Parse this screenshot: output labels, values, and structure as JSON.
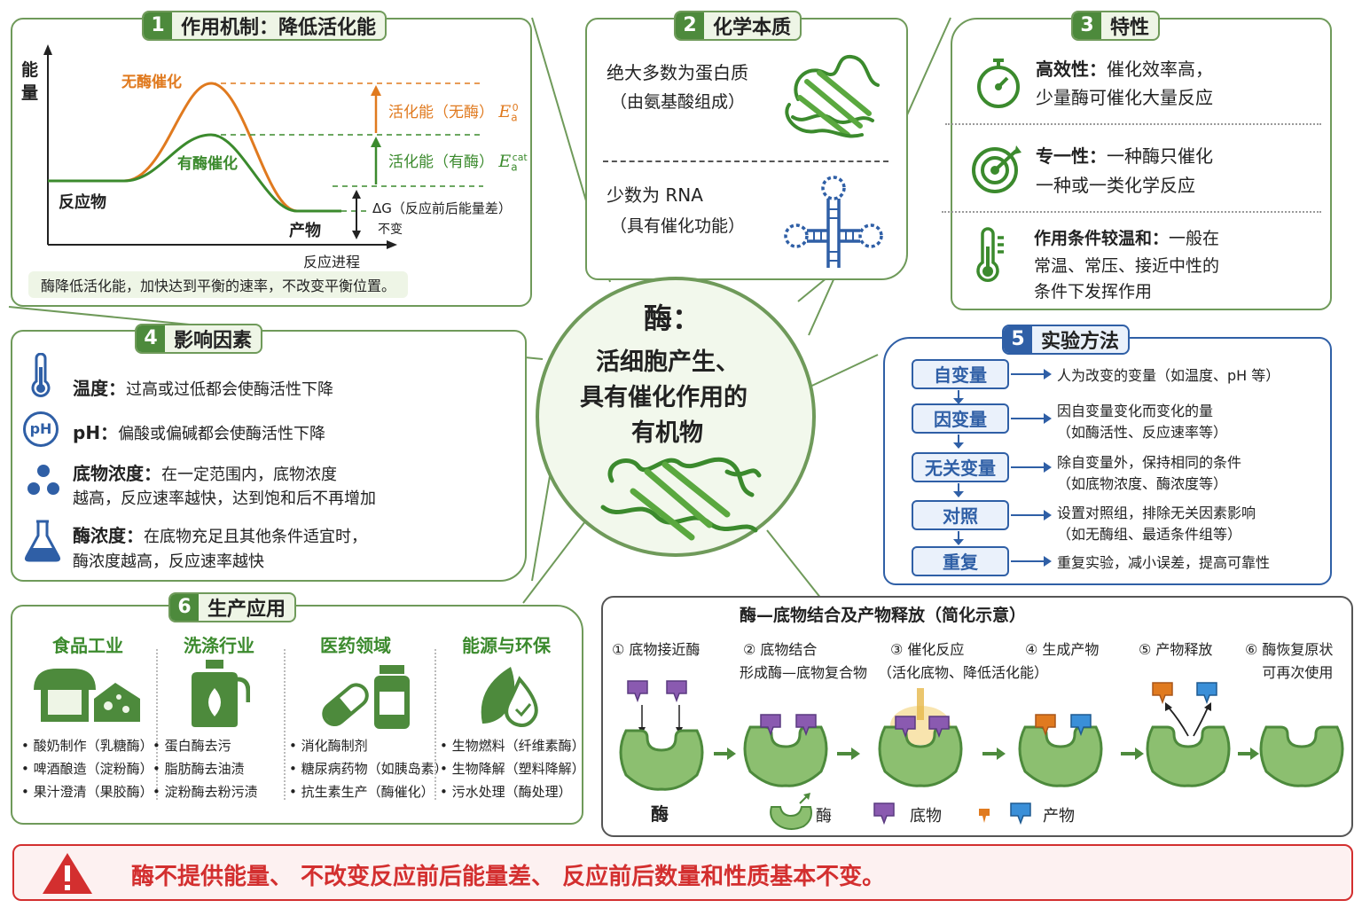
{
  "center": {
    "title": "酶：",
    "line1": "活细胞产生、",
    "line2": "具有催化作用的",
    "line3": "有机物"
  },
  "mechanism": {
    "number": "1",
    "title": "作用机制：降低活化能",
    "y_axis_line1": "能",
    "y_axis_line2": "量",
    "x_axis": "反应进程",
    "uncatalyzed": "无酶催化",
    "catalyzed": "有酶催化",
    "reactant": "反应物",
    "product": "产物",
    "ea_uncat_label": "活化能（无酶）",
    "ea_uncat_sym": "E",
    "ea_uncat_sub": "a",
    "ea_uncat_sup": "0",
    "ea_cat_label": "活化能（有酶）",
    "ea_cat_sym": "E",
    "ea_cat_sub": "a",
    "ea_cat_sup": "cat",
    "dg_label": "ΔG（反应前后能量差）",
    "dg_note": "不变",
    "summary": "酶降低活化能，加快达到平衡的速率，不改变平衡位置。"
  },
  "nature": {
    "number": "2",
    "title": "化学本质",
    "protein_line1": "绝大多数为蛋白质",
    "protein_line2": "（由氨基酸组成）",
    "rna_line1": "少数为 RNA",
    "rna_line2": "（具有催化功能）"
  },
  "properties": {
    "number": "3",
    "title": "特性",
    "items": [
      {
        "icon": "stopwatch-icon",
        "bold": "高效性：",
        "rest": "催化效率高，",
        "line2": "少量酶可催化大量反应"
      },
      {
        "icon": "target-icon",
        "bold": "专一性：",
        "rest": "一种酶只催化",
        "line2": "一种或一类化学反应"
      },
      {
        "icon": "thermometer-icon",
        "bold": "作用条件较温和：",
        "rest": "一般在",
        "line2": "常温、常压、接近中性的",
        "line3": "条件下发挥作用"
      }
    ]
  },
  "factors": {
    "number": "4",
    "title": "影响因素",
    "items": [
      {
        "icon": "thermometer-icon",
        "bold": "温度：",
        "text": "过高或过低都会使酶活性下降"
      },
      {
        "icon": "ph-icon",
        "icon_text": "pH",
        "bold": "pH：",
        "text": "偏酸或偏碱都会使酶活性下降"
      },
      {
        "icon": "molecules-icon",
        "bold": "底物浓度：",
        "text": "在一定范围内，底物浓度",
        "line2": "越高，反应速率越快，达到饱和后不再增加"
      },
      {
        "icon": "flask-icon",
        "bold": "酶浓度：",
        "text": "在底物充足且其他条件适宜时，",
        "line2": "酶浓度越高，反应速率越快"
      }
    ]
  },
  "methods": {
    "number": "5",
    "title": "实验方法",
    "items": [
      {
        "name": "自变量",
        "desc": "人为改变的变量（如温度、pH 等）"
      },
      {
        "name": "因变量",
        "desc": "因自变量变化而变化的量",
        "desc2": "（如酶活性、反应速率等）"
      },
      {
        "name": "无关变量",
        "desc": "除自变量外，保持相同的条件",
        "desc2": "（如底物浓度、酶浓度等）"
      },
      {
        "name": "对照",
        "desc": "设置对照组，排除无关因素影响",
        "desc2": "（如无酶组、最适条件组等）"
      },
      {
        "name": "重复",
        "desc": "重复实验，减小误差，提高可靠性"
      }
    ]
  },
  "applications": {
    "number": "6",
    "title": "生产应用",
    "columns": [
      {
        "icon": "bread-cheese-icon",
        "head": "食品工业",
        "items": [
          "• 酸奶制作（乳糖酶）",
          "• 啤酒酿造（淀粉酶）",
          "• 果汁澄清（果胶酶）"
        ]
      },
      {
        "icon": "detergent-icon",
        "head": "洗涤行业",
        "items": [
          "• 蛋白酶去污",
          "• 脂肪酶去油渍",
          "• 淀粉酶去粉污渍"
        ]
      },
      {
        "icon": "pill-bottle-icon",
        "head": "医药领域",
        "items": [
          "• 消化酶制剂",
          "• 糖尿病药物（如胰岛素）",
          "• 抗生素生产（酶催化）"
        ]
      },
      {
        "icon": "leaf-drop-icon",
        "head": "能源与环保",
        "items": [
          "• 生物燃料（纤维素酶）",
          "• 生物降解（塑料降解）",
          "• 污水处理（酶处理）"
        ]
      }
    ]
  },
  "binding": {
    "title": "酶—底物结合及产物释放（简化示意）",
    "steps": [
      {
        "label": "① 底物接近酶"
      },
      {
        "label": "② 底物结合",
        "line2": "形成酶—底物复合物"
      },
      {
        "label": "③ 催化反应",
        "line2": "（活化底物、降低活化能）"
      },
      {
        "label": "④ 生成产物"
      },
      {
        "label": "⑤ 产物释放"
      },
      {
        "label": "⑥ 酶恢复原状",
        "line2": "可再次使用"
      }
    ],
    "enzyme_caption": "酶",
    "legend_enzyme": "酶",
    "legend_substrate": "底物",
    "legend_product": "产物"
  },
  "warning": {
    "icon": "warning-icon",
    "text": "酶不提供能量、 不改变反应前后能量差、 反应前后数量和性质基本不变。"
  },
  "colors": {
    "green": "#4d8a3c",
    "orange": "#e07a1f",
    "blue": "#2f5fa6",
    "purple": "#8a5ab0",
    "red": "#d32f2f"
  }
}
